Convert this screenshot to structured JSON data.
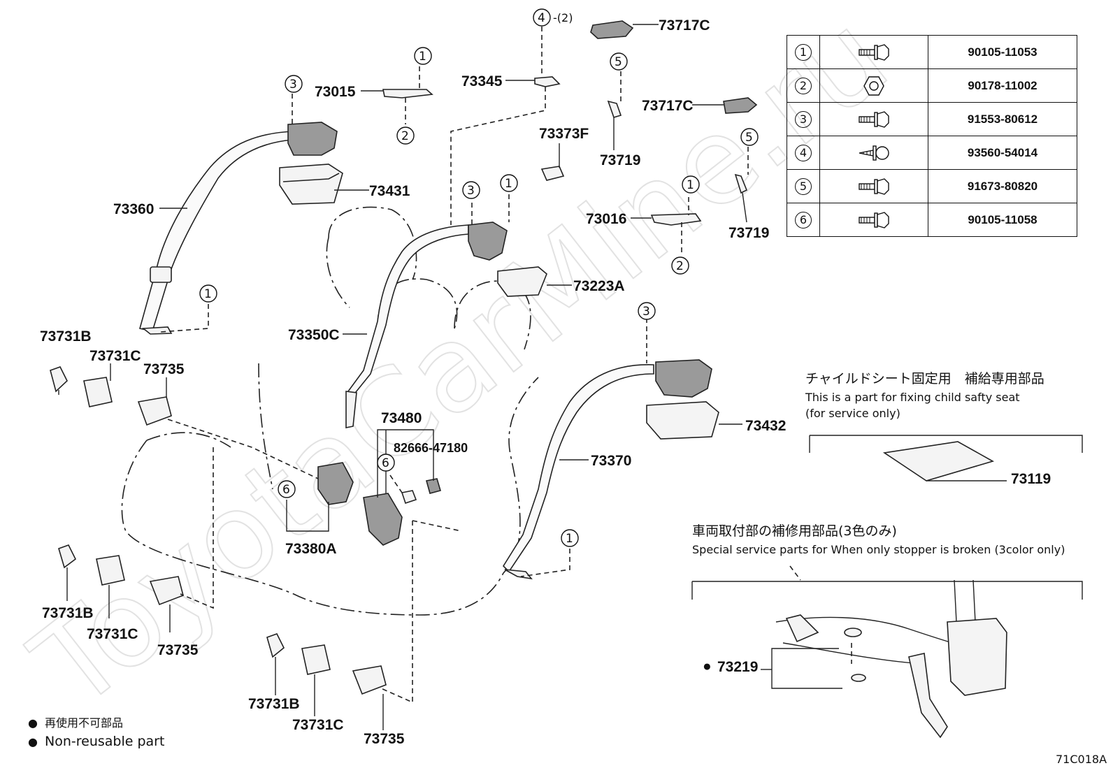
{
  "watermark": "ToyotaCarMine.ru",
  "diagram_code": "71C018A",
  "legend": {
    "symbol": "●",
    "ja": "再使用不可部品",
    "en": "Non-reusable part"
  },
  "fastener_table": [
    {
      "num": "1",
      "icon": "flange-bolt-icon",
      "part": "90105-11053"
    },
    {
      "num": "2",
      "icon": "nut-icon",
      "part": "90178-11002"
    },
    {
      "num": "3",
      "icon": "flange-bolt-icon",
      "part": "91553-80612"
    },
    {
      "num": "4",
      "icon": "screw-icon",
      "part": "93560-54014"
    },
    {
      "num": "5",
      "icon": "flange-bolt-icon",
      "part": "91673-80820"
    },
    {
      "num": "6",
      "icon": "flange-bolt-icon",
      "part": "90105-11058"
    }
  ],
  "child_seat_section": {
    "ja": "チャイルドシート固定用　補給専用部品",
    "en1": "This is a part for fixing child safty seat",
    "en2": "(for service only)",
    "part": "73119"
  },
  "stopper_section": {
    "ja": "車両取付部の補修用部品(3色のみ)",
    "en": "Special service parts for When only stopper is broken (3color only)",
    "part": "73219",
    "symbol": "●"
  },
  "labels": {
    "p73717C_a": "73717C",
    "p73717C_b": "73717C",
    "p73015": "73015",
    "p73345": "73345",
    "p73373F": "73373F",
    "p73719_a": "73719",
    "p73719_b": "73719",
    "p73016": "73016",
    "p73360": "73360",
    "p73431": "73431",
    "p73223A": "73223A",
    "p73350C": "73350C",
    "p73432": "73432",
    "p73370": "73370",
    "p73480": "73480",
    "p82666": "82666-47180",
    "p73380A": "73380A",
    "p73731B_a": "73731B",
    "p73731C_a": "73731C",
    "p73735_a": "73735",
    "p73731B_b": "73731B",
    "p73731C_b": "73731C",
    "p73735_b": "73735",
    "p73731B_c": "73731B",
    "p73731C_c": "73731C",
    "p73735_c": "73735",
    "qty4": "-(2)"
  },
  "callouts": {
    "c1": "1",
    "c2": "2",
    "c3": "3",
    "c4": "4",
    "c5": "5",
    "c6": "6"
  }
}
